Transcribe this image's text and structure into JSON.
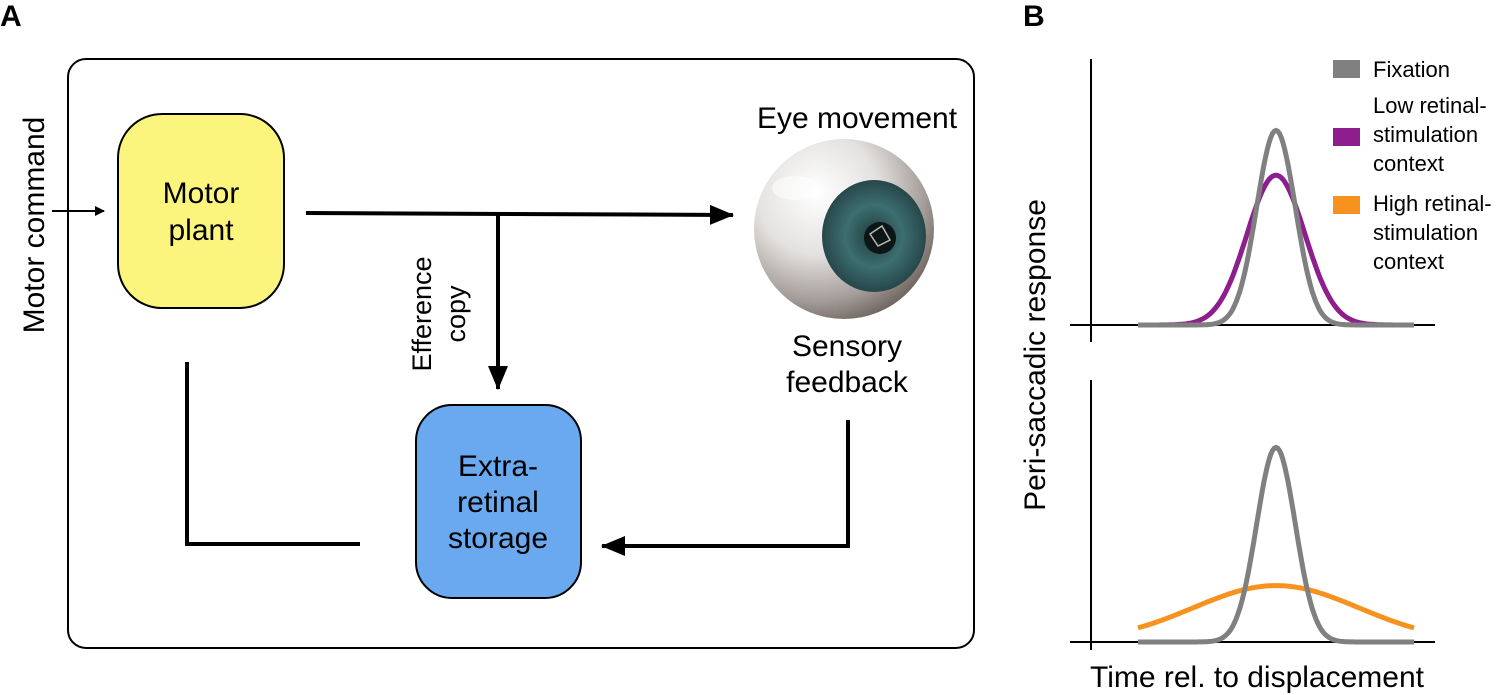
{
  "panel_a": {
    "label": "A",
    "motor_command": "Motor command",
    "motor_plant": [
      "Motor",
      "plant"
    ],
    "eye_movement": "Eye movement",
    "efference_copy": [
      "Efference",
      "copy"
    ],
    "sensory_feedback": [
      "Sensory",
      "feedback"
    ],
    "extra_retinal_storage": [
      "Extra-",
      "retinal",
      "storage"
    ],
    "colors": {
      "motor_plant_fill": "#fbf57e",
      "storage_fill": "#6aa9ef",
      "iris": "#3a6e6e"
    }
  },
  "panel_b": {
    "label": "B",
    "ylabel": "Peri-saccadic response",
    "xlabel": "Time rel. to displacement"
  },
  "chart_data": [
    {
      "type": "line",
      "xlabel": "Time rel. to displacement",
      "ylabel": "Peri-saccadic response",
      "grid": false,
      "legend_placement": "top-right",
      "legend": [
        {
          "text": [
            "Fixation"
          ],
          "color": "#808080"
        },
        {
          "text": [
            "Low retinal-",
            "stimulation",
            "context"
          ],
          "color": "#8e1d8e"
        },
        {
          "text": [
            "High retinal-",
            "stimulation",
            "context"
          ],
          "color": "#f7921e"
        }
      ],
      "series": [
        {
          "name": "Fixation",
          "color": "#808080",
          "shape": "gaussian",
          "center": 0,
          "amplitude": 1.0,
          "width": 0.07
        },
        {
          "name": "Low retinal-stimulation context",
          "color": "#8e1d8e",
          "shape": "gaussian",
          "center": 0,
          "amplitude": 0.77,
          "width": 0.105
        }
      ],
      "xlim": [
        -0.5,
        0.5
      ],
      "ylim": [
        0,
        1.1
      ]
    },
    {
      "type": "line",
      "xlabel": "Time rel. to displacement",
      "ylabel": "Peri-saccadic response",
      "grid": false,
      "series": [
        {
          "name": "Fixation",
          "color": "#808080",
          "shape": "gaussian",
          "center": 0,
          "amplitude": 1.0,
          "width": 0.07
        },
        {
          "name": "High retinal-stimulation context",
          "color": "#f7921e",
          "shape": "gaussian",
          "center": 0,
          "amplitude": 0.29,
          "width": 0.3
        }
      ],
      "xlim": [
        -0.5,
        0.5
      ],
      "ylim": [
        0,
        1.1
      ]
    }
  ]
}
